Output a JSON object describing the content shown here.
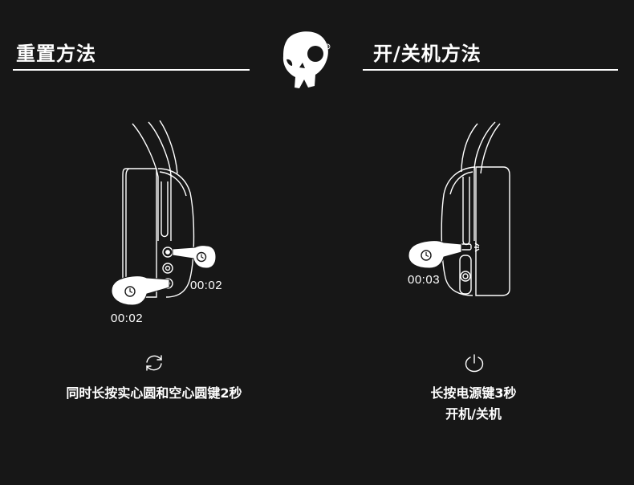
{
  "left": {
    "title": "重置方法",
    "time_a": "00:02",
    "time_b": "00:02",
    "icon": "refresh-icon",
    "caption": "同时长按实心圆和空心圆键2秒"
  },
  "right": {
    "title": "开/关机方法",
    "time": "00:03",
    "icon": "power-icon",
    "caption_line1": "长按电源键3秒",
    "caption_line2": "开机/关机"
  },
  "logo": {
    "icon": "skull-logo-icon",
    "mark": "®"
  },
  "colors": {
    "background": "#171717",
    "foreground": "#ffffff"
  }
}
